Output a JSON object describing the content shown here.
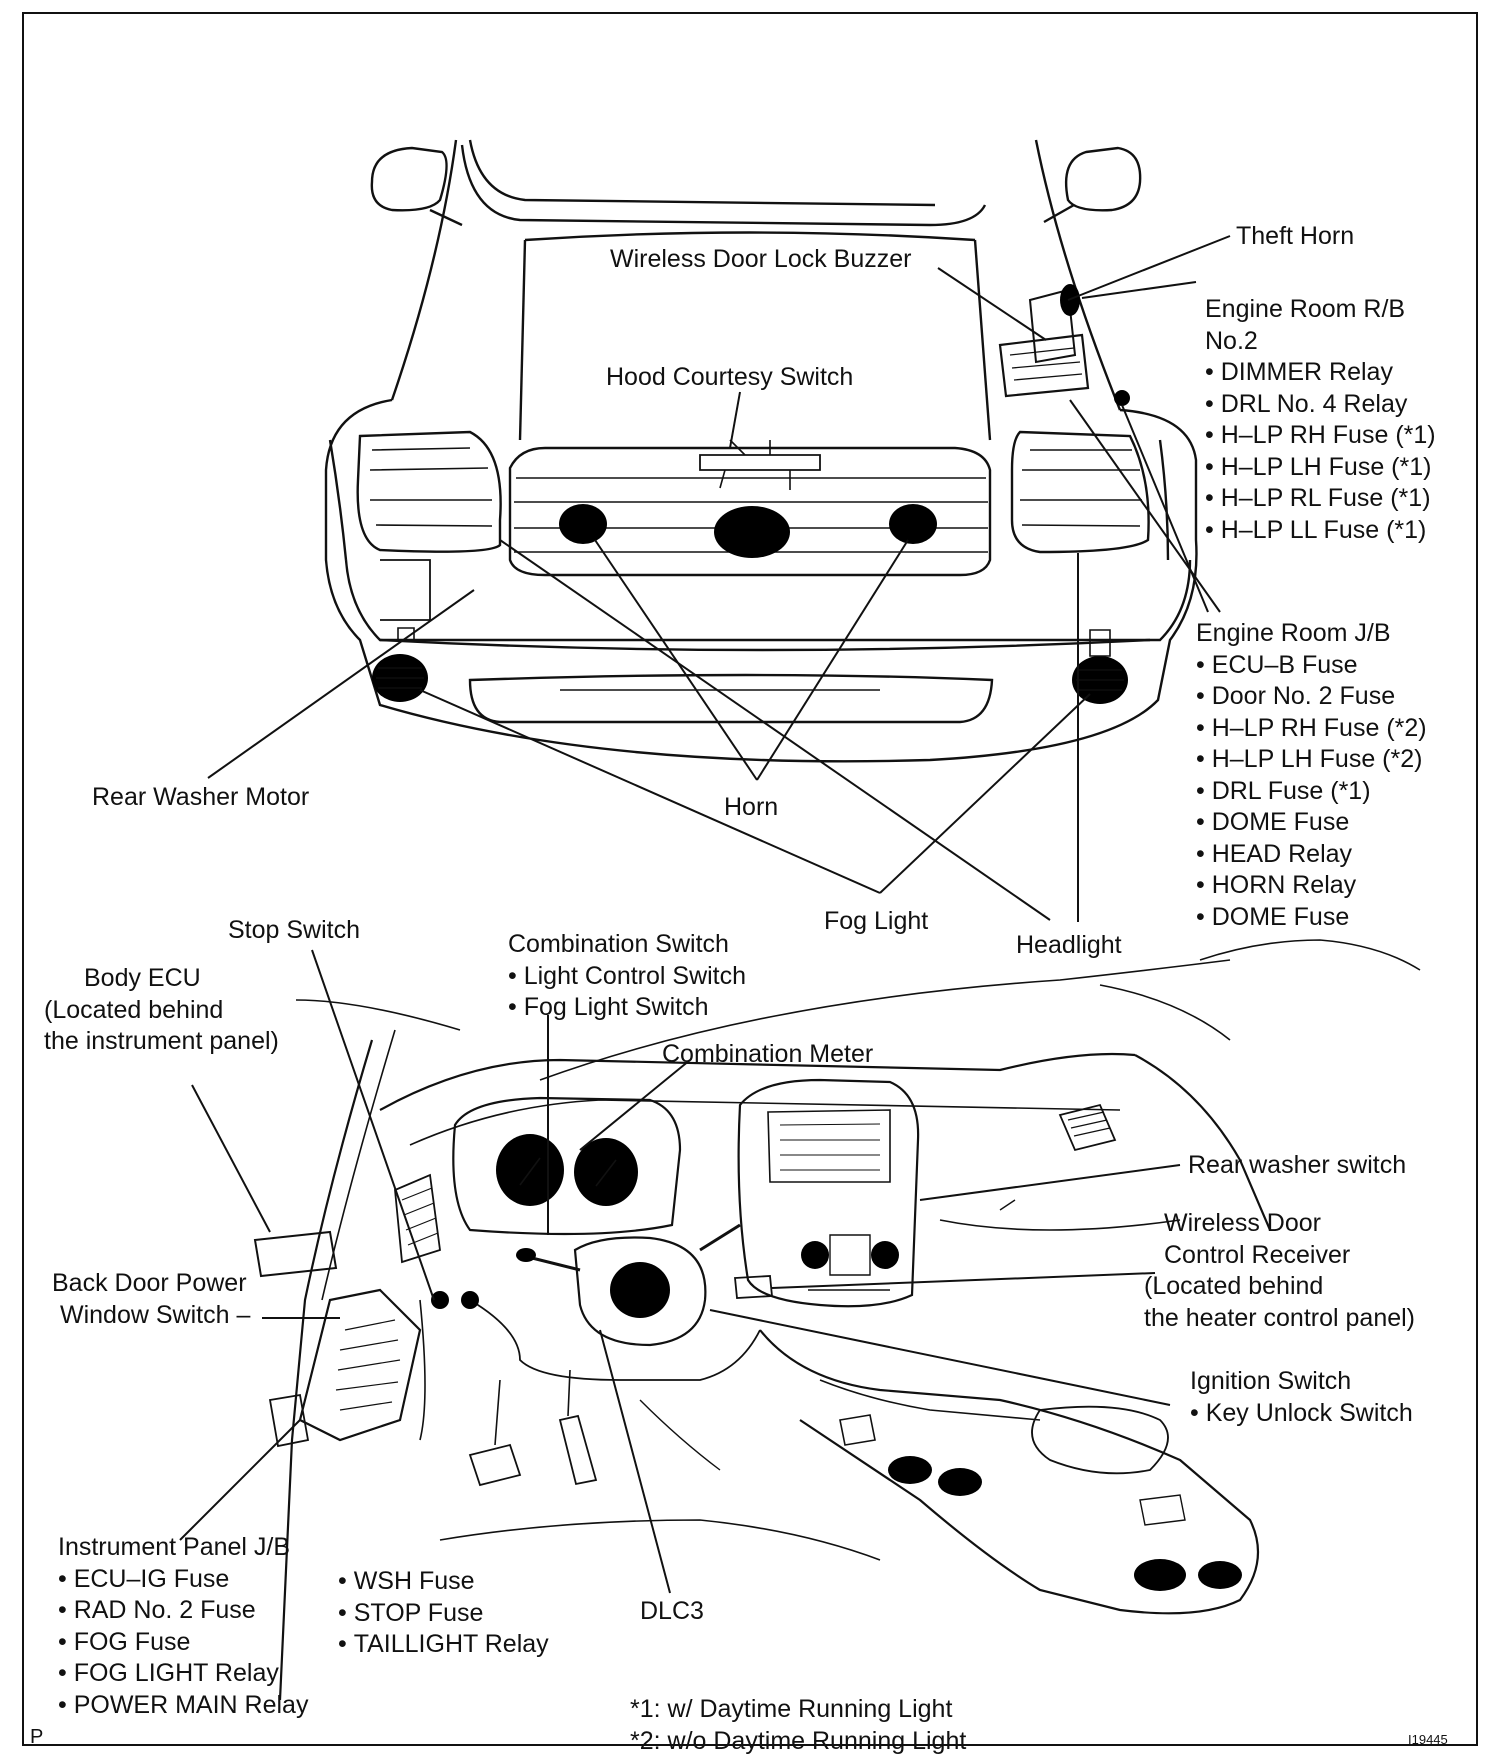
{
  "labels": {
    "theft_horn": "Theft Horn",
    "wireless_door_lock_buzzer": "Wireless Door Lock Buzzer",
    "engine_room_rb_title": [
      "Engine Room R/B",
      "No.2"
    ],
    "engine_room_rb_items": [
      "DIMMER Relay",
      "DRL No. 4 Relay",
      "H–LP RH Fuse (*1)",
      "H–LP LH Fuse (*1)",
      "H–LP RL Fuse (*1)",
      "H–LP LL Fuse (*1)"
    ],
    "hood_courtesy_switch": "Hood Courtesy Switch",
    "engine_room_jb_title": "Engine Room J/B",
    "engine_room_jb_items": [
      "ECU–B Fuse",
      "Door No. 2 Fuse",
      "H–LP RH Fuse (*2)",
      "H–LP LH Fuse (*2)",
      "DRL Fuse (*1)",
      "DOME Fuse",
      "HEAD Relay",
      "HORN Relay",
      "DOME Fuse"
    ],
    "rear_washer_motor": "Rear Washer Motor",
    "horn": "Horn",
    "fog_light": "Fog Light",
    "headlight": "Headlight",
    "stop_switch": "Stop Switch",
    "combination_switch_title": "Combination Switch",
    "combination_switch_items": [
      "Light Control Switch",
      "Fog Light Switch"
    ],
    "body_ecu": [
      "Body ECU",
      "(Located behind",
      "the instrument panel)"
    ],
    "combination_meter": "Combination Meter",
    "rear_washer_switch": "Rear washer switch",
    "wireless_door_control_receiver": [
      "Wireless Door",
      "Control Receiver",
      "(Located behind",
      "the heater control panel)"
    ],
    "back_door_power_window_switch": [
      "Back Door Power",
      "Window Switch –"
    ],
    "ignition_switch_title": "Ignition Switch",
    "ignition_switch_items": [
      "Key Unlock Switch"
    ],
    "instrument_panel_jb_title": "Instrument Panel J/B",
    "instrument_panel_jb_items_col1": [
      "ECU–IG Fuse",
      "RAD No. 2 Fuse",
      "FOG Fuse",
      "FOG LIGHT Relay",
      "POWER MAIN Relay"
    ],
    "instrument_panel_jb_items_col2": [
      "WSH Fuse",
      "STOP Fuse",
      "TAILLIGHT Relay"
    ],
    "dlc3": "DLC3",
    "footnotes": [
      "*1: w/ Daytime Running Light",
      "*2: w/o Daytime Running Light"
    ],
    "corner_p": "P",
    "figure_id": "I19445"
  },
  "colors": {
    "ink": "#111111",
    "background": "#ffffff"
  }
}
